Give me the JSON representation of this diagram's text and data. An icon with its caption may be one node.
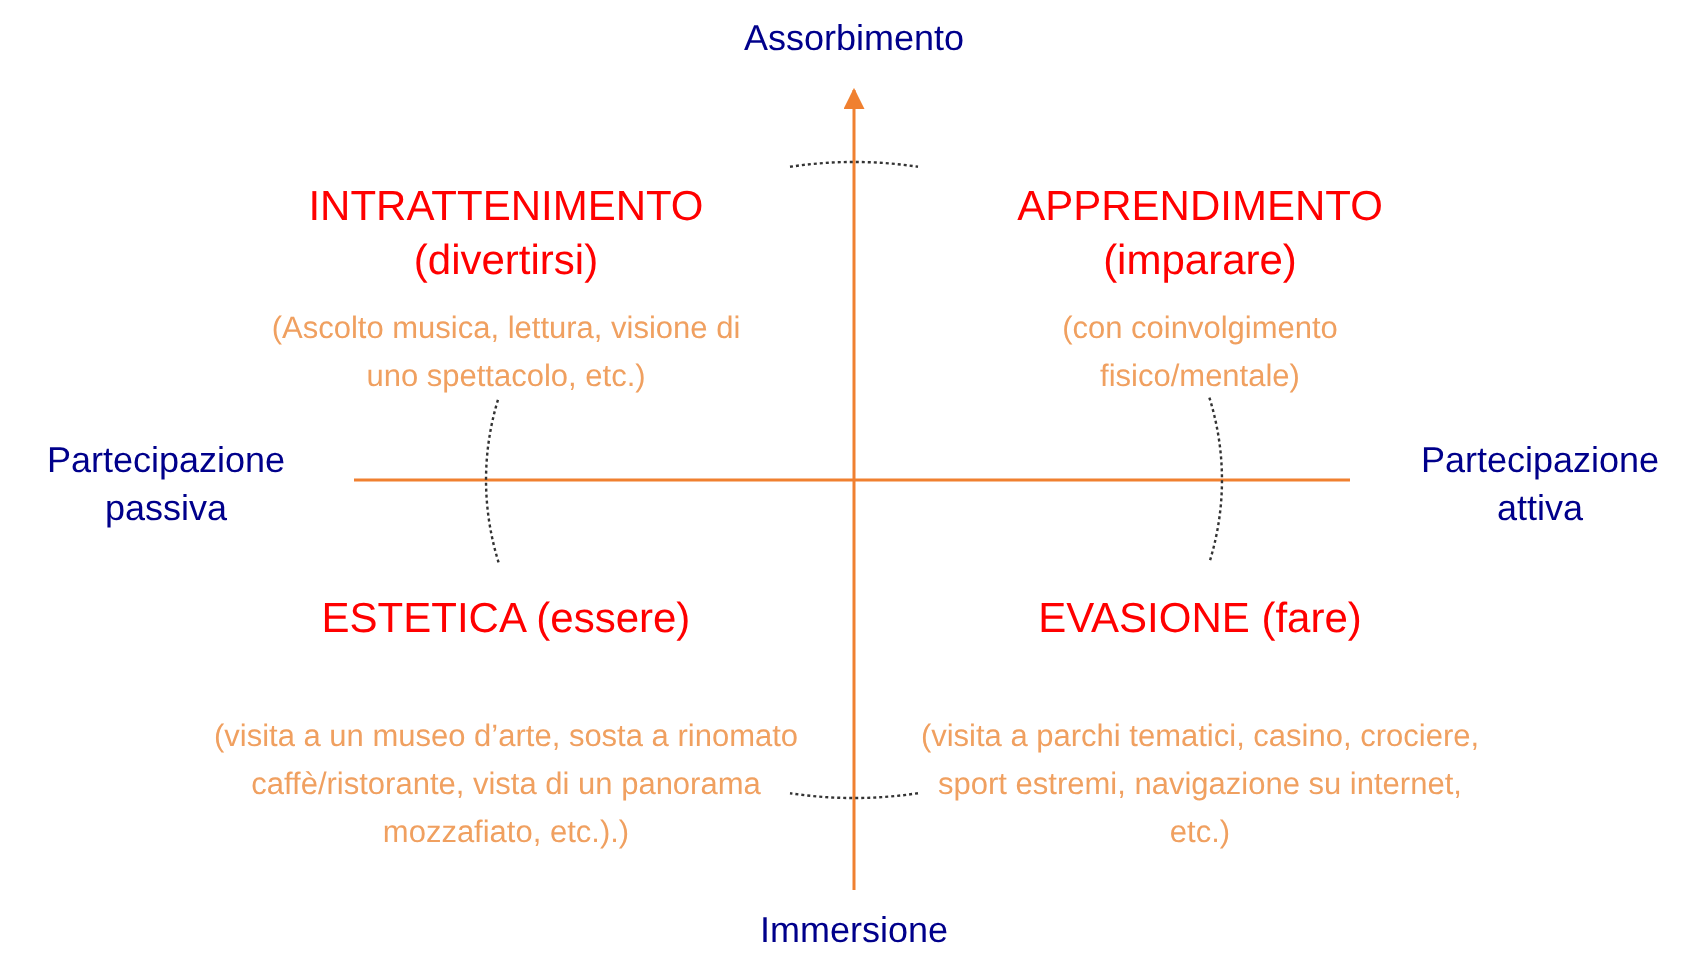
{
  "diagram": {
    "labels": [
      "Assorbimento",
      "INTRATTENIMENTO (divertirsi)",
      "(Ascolto musica, lettura, visione di uno spettacolo, etc.)",
      "APPRENDIMENTO (imparare)",
      "(con coinvolgimento fisico/mentale)",
      "Partecipazione passiva",
      "Partecipazione attiva",
      "ESTETICA (essere)",
      "(visita a un museo d’arte, sosta a rinomato caffè/ristorante, vista di un panorama mozzafiato, etc.).)",
      "EVASIONE (fare)",
      "(visita a parchi tematici, casino, crociere, sport estremi, navigazione su internet, etc.)",
      "Immersione"
    ]
  }
}
